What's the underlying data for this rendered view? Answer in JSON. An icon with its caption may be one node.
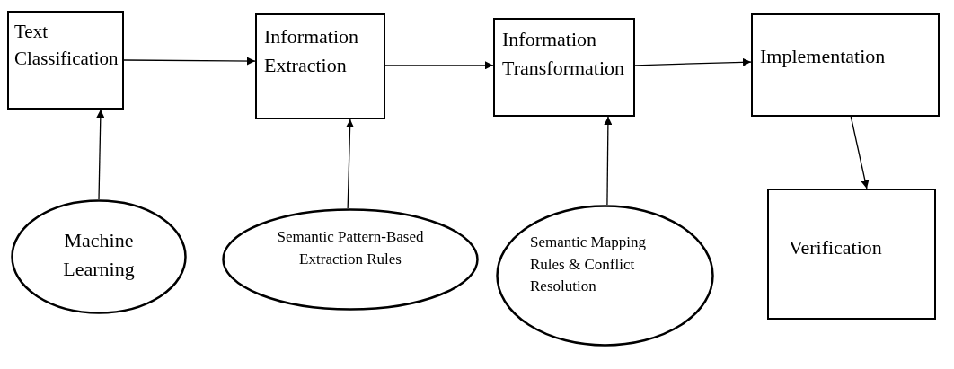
{
  "diagram": {
    "nodes": [
      {
        "text": [
          "Text Classification"
        ]
      },
      {
        "text": [
          "Information Extraction"
        ]
      },
      {
        "text": [
          "Information Transformation"
        ]
      },
      {
        "text": [
          "Implementation"
        ]
      },
      {
        "text": [
          "Verification"
        ]
      },
      {
        "text": [
          "Machine Learning"
        ]
      },
      {
        "text": [
          "Semantic Pattern-Based Extraction Rules"
        ]
      },
      {
        "text": [
          "Semantic Mapping Rules & Conflict Resolution"
        ]
      }
    ],
    "edges": [
      {
        "from": 0,
        "to": 1,
        "arrow": "to"
      },
      {
        "from": 1,
        "to": 2,
        "arrow": "to"
      },
      {
        "from": 2,
        "to": 3,
        "arrow": "to"
      },
      {
        "from": 3,
        "to": 4,
        "arrow": "to"
      },
      {
        "from": 5,
        "to": 0,
        "arrow": "to"
      },
      {
        "from": 6,
        "to": 1,
        "arrow": "to"
      },
      {
        "from": 7,
        "to": 2,
        "arrow": "to"
      }
    ]
  }
}
